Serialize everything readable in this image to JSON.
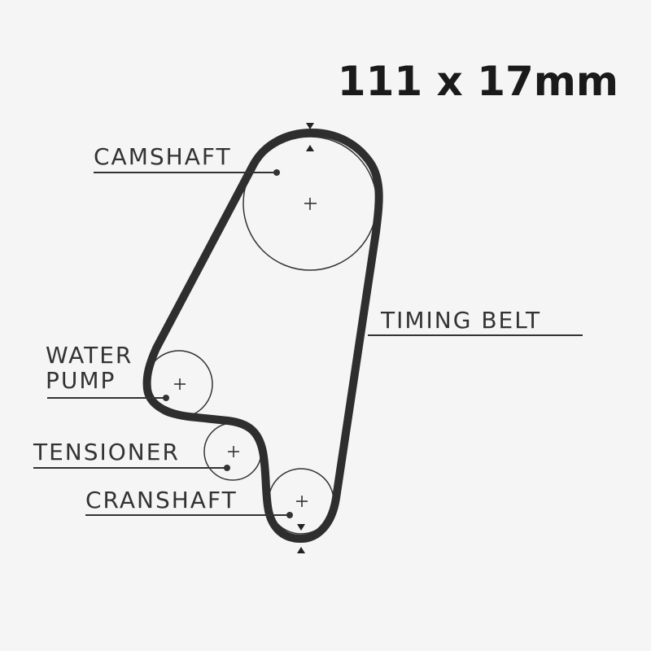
{
  "title": "111 x 17mm",
  "labels": {
    "camshaft": "CAMSHAFT",
    "timing_belt": "TIMING BELT",
    "water_pump_line1": "WATER",
    "water_pump_line2": "PUMP",
    "tensioner": "TENSIONER",
    "cranshaft": "CRANSHAFT"
  },
  "icons": {
    "center_mark": "plus-icon",
    "position_marker": "triangle-marker-icon"
  },
  "colors": {
    "background": "#f5f5f5",
    "belt": "#2e2e2e",
    "text": "#333333"
  }
}
